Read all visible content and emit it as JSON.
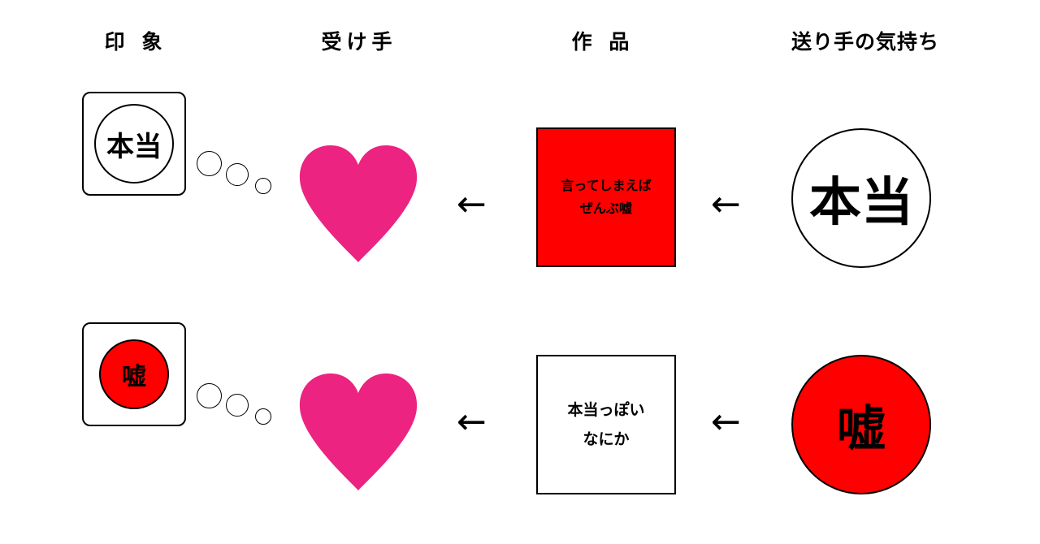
{
  "headers": {
    "impression": "印 象",
    "receiver": "受け手",
    "work": "作 品",
    "sender_feeling": "送り手の気持ち"
  },
  "rows": [
    {
      "impression": "本当",
      "work_text": "言ってしまえば\nぜんぶ嘘",
      "feeling": "本当"
    },
    {
      "impression": "嘘",
      "work_text": "本当っぽい\nなにか",
      "feeling": "嘘"
    }
  ],
  "arrow_glyph": "←",
  "colors": {
    "red": "#ff0000",
    "heart_pink": "#ec2381",
    "black": "#000000",
    "white": "#ffffff"
  },
  "icons": {
    "heart": "heart-icon",
    "thought_bubble": "thought-bubble-icon"
  }
}
